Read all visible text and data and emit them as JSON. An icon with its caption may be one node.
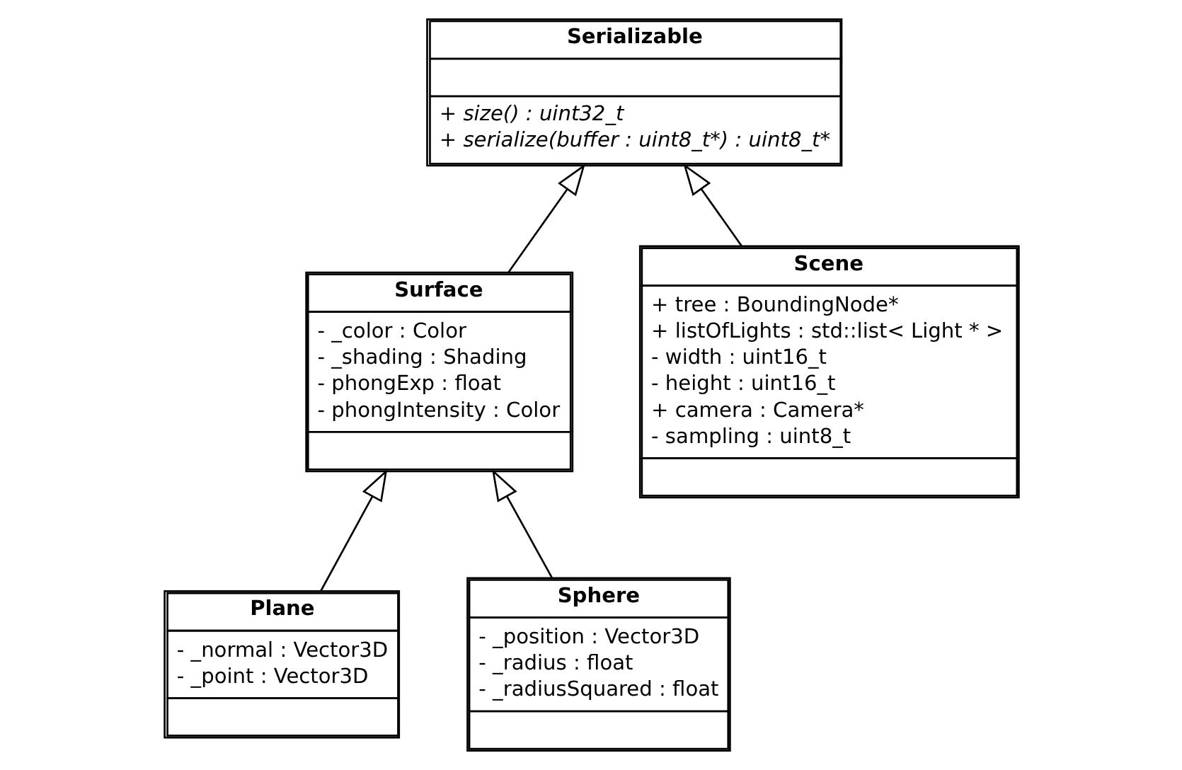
{
  "diagram": {
    "nodes": [
      {
        "text": [
          "Serializable",
          "+ size() : uint32_t",
          "+ serialize(buffer : uint8_t*) : uint8_t*"
        ]
      },
      {
        "text": [
          "Surface",
          "- _color : Color",
          "- _shading : Shading",
          "- phongExp : float",
          "- phongIntensity : Color"
        ]
      },
      {
        "text": [
          "Scene",
          "+ tree : BoundingNode*",
          "+ listOfLights : std::list< Light * >",
          "- width : uint16_t",
          "- height : uint16_t",
          "+ camera : Camera*",
          "- sampling : uint8_t"
        ]
      },
      {
        "text": [
          "Plane",
          "- _normal : Vector3D",
          "- _point : Vector3D"
        ]
      },
      {
        "text": [
          "Sphere",
          "- _position : Vector3D",
          "- _radius : float",
          "- _radiusSquared : float"
        ]
      }
    ],
    "edges": [
      {
        "from": 1,
        "to": 0,
        "arrow": "to"
      },
      {
        "from": 2,
        "to": 0,
        "arrow": "to"
      },
      {
        "from": 3,
        "to": 1,
        "arrow": "to"
      },
      {
        "from": 4,
        "to": 1,
        "arrow": "to"
      }
    ]
  }
}
